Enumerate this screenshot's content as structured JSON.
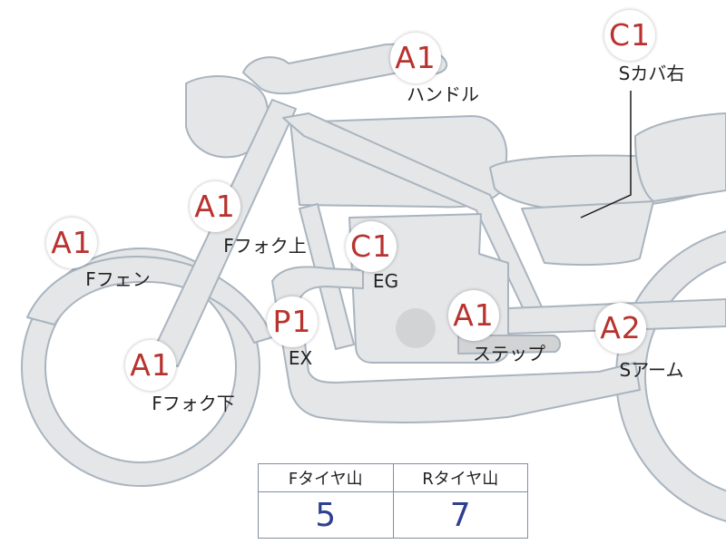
{
  "parts": [
    {
      "id": "handle",
      "grade": "A1",
      "label": "ハンドル"
    },
    {
      "id": "s-cover-right",
      "grade": "C1",
      "label": "Sカバ右"
    },
    {
      "id": "f-fork-upper",
      "grade": "A1",
      "label": "Fフォク上"
    },
    {
      "id": "f-fender",
      "grade": "A1",
      "label": "Fフェン"
    },
    {
      "id": "eg",
      "grade": "C1",
      "label": "EG"
    },
    {
      "id": "ex",
      "grade": "P1",
      "label": "EX"
    },
    {
      "id": "step",
      "grade": "A1",
      "label": "ステップ"
    },
    {
      "id": "s-arm",
      "grade": "A2",
      "label": "Sアーム"
    },
    {
      "id": "f-fork-lower",
      "grade": "A1",
      "label": "Fフォク下"
    }
  ],
  "tire_table": {
    "headers": [
      "Fタイヤ山",
      "Rタイヤ山"
    ],
    "values": [
      "5",
      "7"
    ]
  },
  "colors": {
    "grade_text": "#b8332f",
    "value_text": "#2e3f8f",
    "bike_fill": "#e4e6e7",
    "bike_stroke": "#a9b4bf"
  }
}
